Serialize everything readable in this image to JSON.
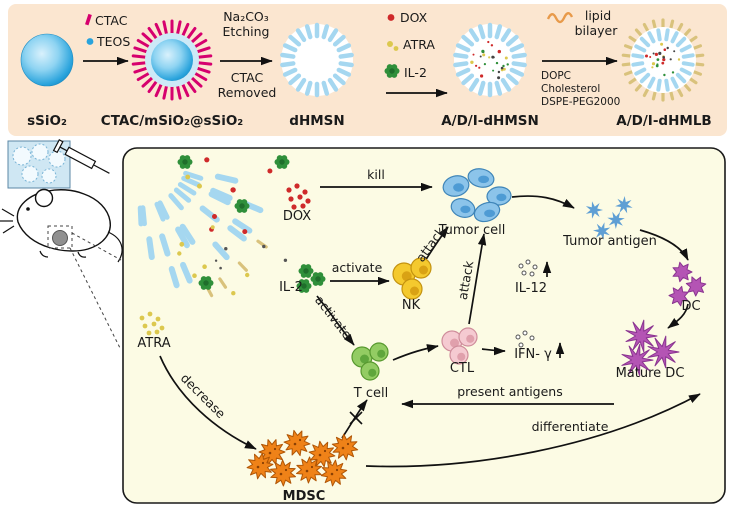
{
  "synthesis": {
    "stage1": "sSiO₂",
    "stage2": "CTAC/mSiO₂@sSiO₂",
    "stage3": "dHMSN",
    "stage4": "A/D/I-dHMSN",
    "stage5": "A/D/I-dHMLB",
    "step1_top": "CTAC",
    "step1_bottom": "TEOS",
    "step2_top1": "Na₂CO₃",
    "step2_top2": "Etching",
    "step2_bottom1": "CTAC",
    "step2_bottom2": "Removed",
    "legend_dox": "DOX",
    "legend_atra": "ATRA",
    "legend_il2": "IL-2",
    "step4_top1": "lipid",
    "step4_top2": "bilayer",
    "step4_b1": "DOPC",
    "step4_b2": "Cholesterol",
    "step4_b3": "DSPE-PEG2000"
  },
  "mechanism": {
    "dox": "DOX",
    "il2": "IL-2",
    "atra": "ATRA",
    "nk": "NK",
    "t_cell": "T cell",
    "ctl": "CTL",
    "tumor_cell": "Tumor cell",
    "tumor_antigen": "Tumor antigen",
    "dc": "DC",
    "mature_dc": "Mature DC",
    "mdsc": "MDSC",
    "il12": "IL-12",
    "ifn_gamma": "IFN- γ",
    "kill": "kill",
    "attack": "attack",
    "activate": "activate",
    "decrease": "decrease",
    "present_antigens": "present antigens",
    "differentiate": "differentiate"
  },
  "colors": {
    "magenta": "#d6006e",
    "sphere_blue": "#29a3dc",
    "shell_blue": "#a5d7f0",
    "red": "#cf2a2a",
    "yellow": "#dcc84e",
    "green": "#2f8f3a",
    "tan": "#d9c27c",
    "tumor_blue": "#8cc4ea",
    "nk_yellow": "#f4c92e",
    "tcell_green": "#93cc63",
    "ctl_pink": "#f5cad1",
    "purple": "#b454b4",
    "mdsc_orange": "#ef8218",
    "top_bg": "#fbe6d0",
    "panel_bg": "#fcfbe4",
    "mdsc_label": "#b14a04"
  }
}
